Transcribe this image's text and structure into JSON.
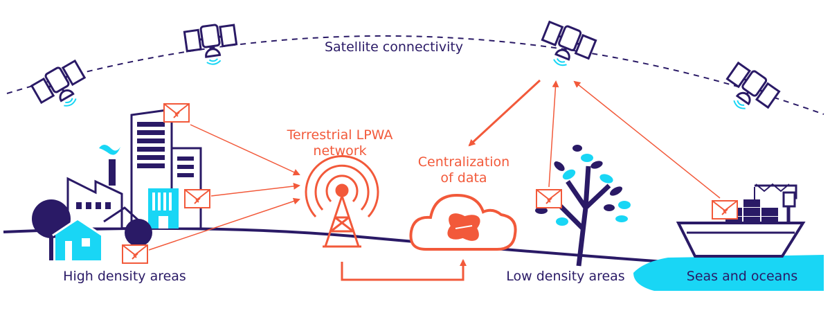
{
  "labels": {
    "satellite": "Satellite connectivity",
    "lpwa_line1": "Terrestrial LPWA",
    "lpwa_line2": "network",
    "central_line1": "Centralization",
    "central_line2": "of data",
    "high_density": "High density areas",
    "low_density": "Low density areas",
    "seas": "Seas and oceans"
  },
  "icons": {
    "satellite": "satellite-icon",
    "antenna": "radio-tower-icon",
    "cloud": "cloud-icon",
    "envelope": "envelope-icon",
    "factory": "factory-icon",
    "building": "building-icon",
    "house": "house-icon",
    "tree": "tree-icon",
    "ship": "cargo-ship-icon"
  },
  "colors": {
    "navy": "#2a1a66",
    "orange": "#f2593a",
    "cyan": "#19d6f5",
    "cloud_fill": "#f2593a"
  }
}
